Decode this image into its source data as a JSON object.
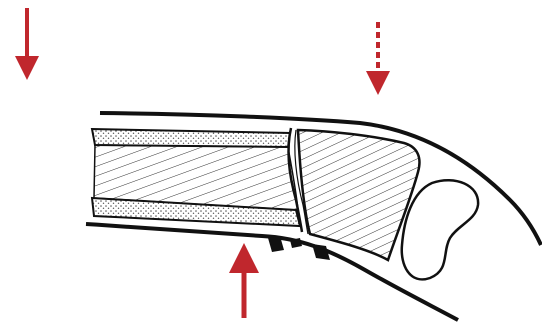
{
  "colors": {
    "background": "#ffffff",
    "outline": "#111111",
    "arrow": "#c0272d",
    "hatch": "#333333",
    "stipple": "#555555"
  },
  "diagram": {
    "arrows": [
      {
        "name": "force-arrow-top-left",
        "direction": "down",
        "style": "solid"
      },
      {
        "name": "force-arrow-top-right",
        "direction": "down",
        "style": "dashed-shaft"
      },
      {
        "name": "force-arrow-bottom",
        "direction": "up",
        "style": "solid"
      }
    ],
    "components": [
      "outer-sheath-upper",
      "outer-sheath-lower",
      "shaft-hatched-section",
      "stippled-cortex-upper",
      "stippled-cortex-lower",
      "fracture-line",
      "distal-hatched-fragment",
      "joint-oval-shape",
      "comminution-fragments"
    ]
  }
}
